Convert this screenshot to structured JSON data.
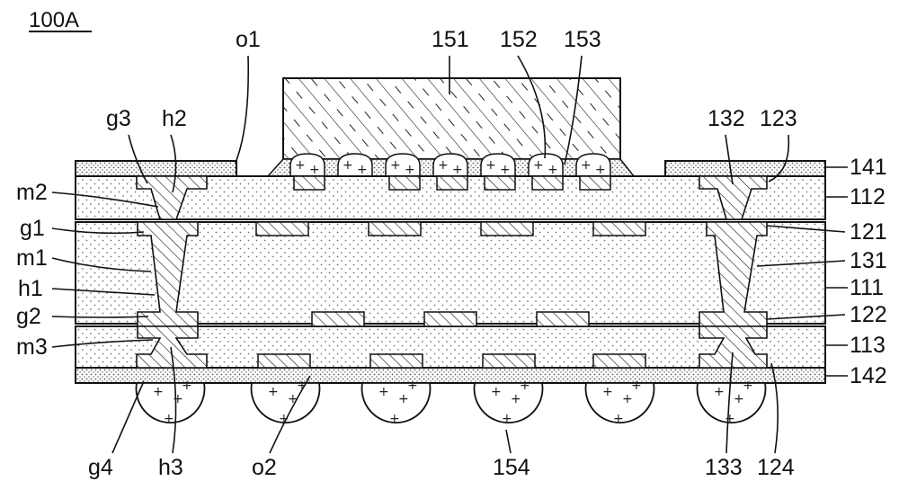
{
  "figure": {
    "title": "100A",
    "labels": {
      "o1": "o1",
      "l151": "151",
      "l152": "152",
      "l153": "153",
      "g3": "g3",
      "h2": "h2",
      "l132": "132",
      "l123": "123",
      "l141": "141",
      "m2": "m2",
      "l112": "112",
      "g1": "g1",
      "l121": "121",
      "m1": "m1",
      "l131": "131",
      "h1": "h1",
      "l111": "111",
      "g2": "g2",
      "l122": "122",
      "m3": "m3",
      "l113": "113",
      "l142": "142",
      "g4": "g4",
      "h3": "h3",
      "o2": "o2",
      "l154": "154",
      "l133": "133",
      "l124": "124"
    }
  }
}
